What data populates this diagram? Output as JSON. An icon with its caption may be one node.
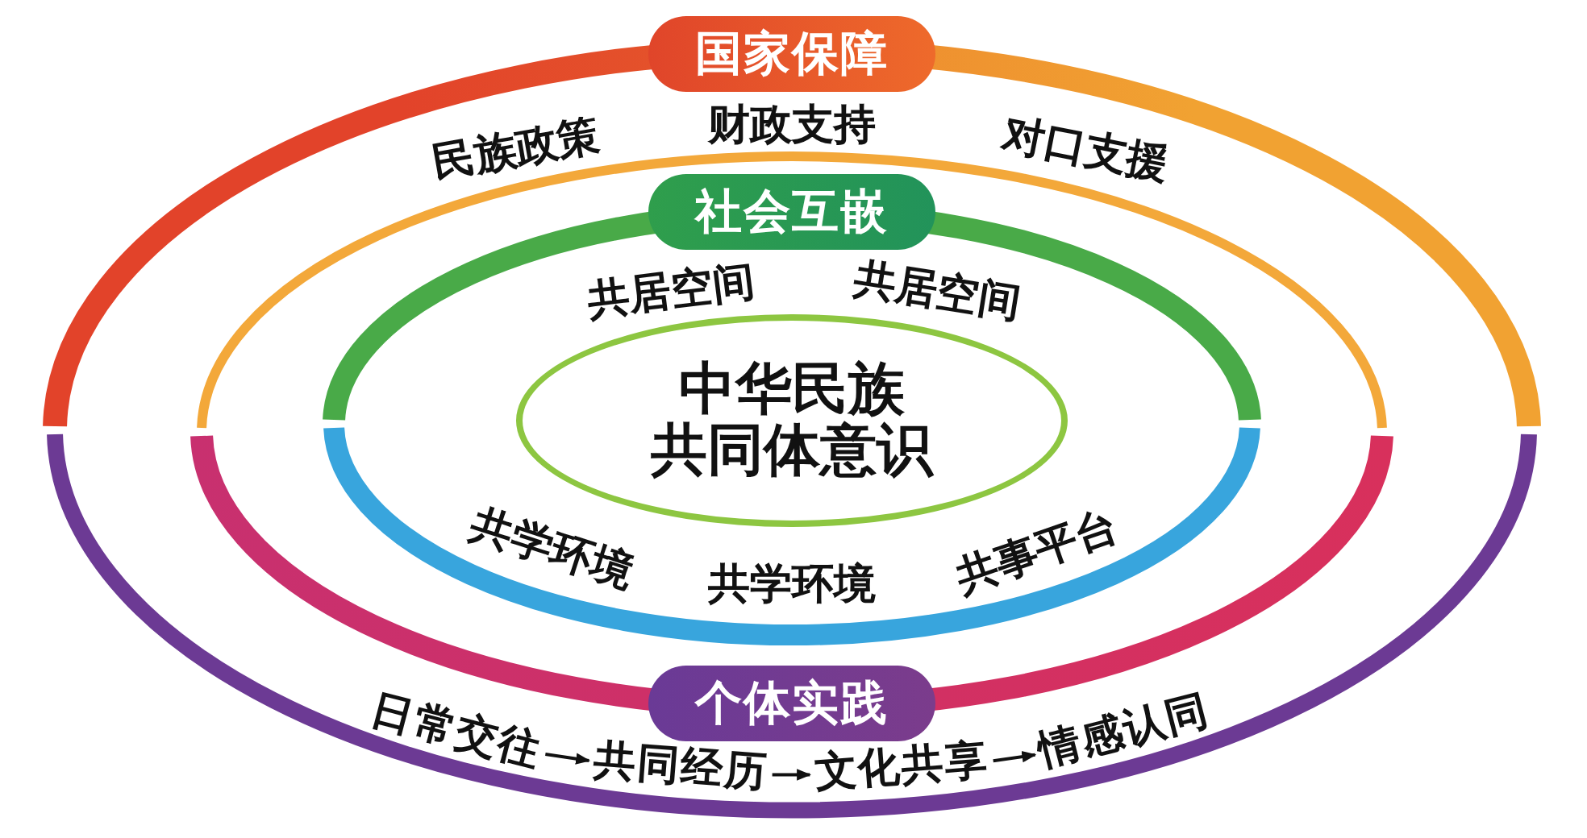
{
  "diagram": {
    "nodes": [
      {
        "text": [
          "国家保障"
        ]
      },
      {
        "text": [
          "社会互嵌"
        ]
      },
      {
        "text": [
          "中华民族共同体意识"
        ]
      },
      {
        "text": [
          "个体实践"
        ]
      },
      {
        "text": [
          "日常交往"
        ]
      },
      {
        "text": [
          "共同经历"
        ]
      },
      {
        "text": [
          "文化共享"
        ]
      },
      {
        "text": [
          "情感认同"
        ]
      }
    ],
    "edges": [
      {
        "from": 4,
        "to": 5,
        "arrow": "to"
      },
      {
        "from": 5,
        "to": 6,
        "arrow": "to"
      },
      {
        "from": 6,
        "to": 7,
        "arrow": "to"
      }
    ],
    "labels": [
      "民族政策",
      "财政支持",
      "对口支援",
      "共居空间",
      "共居空间",
      "共学环境",
      "共学环境",
      "共事平台"
    ]
  }
}
